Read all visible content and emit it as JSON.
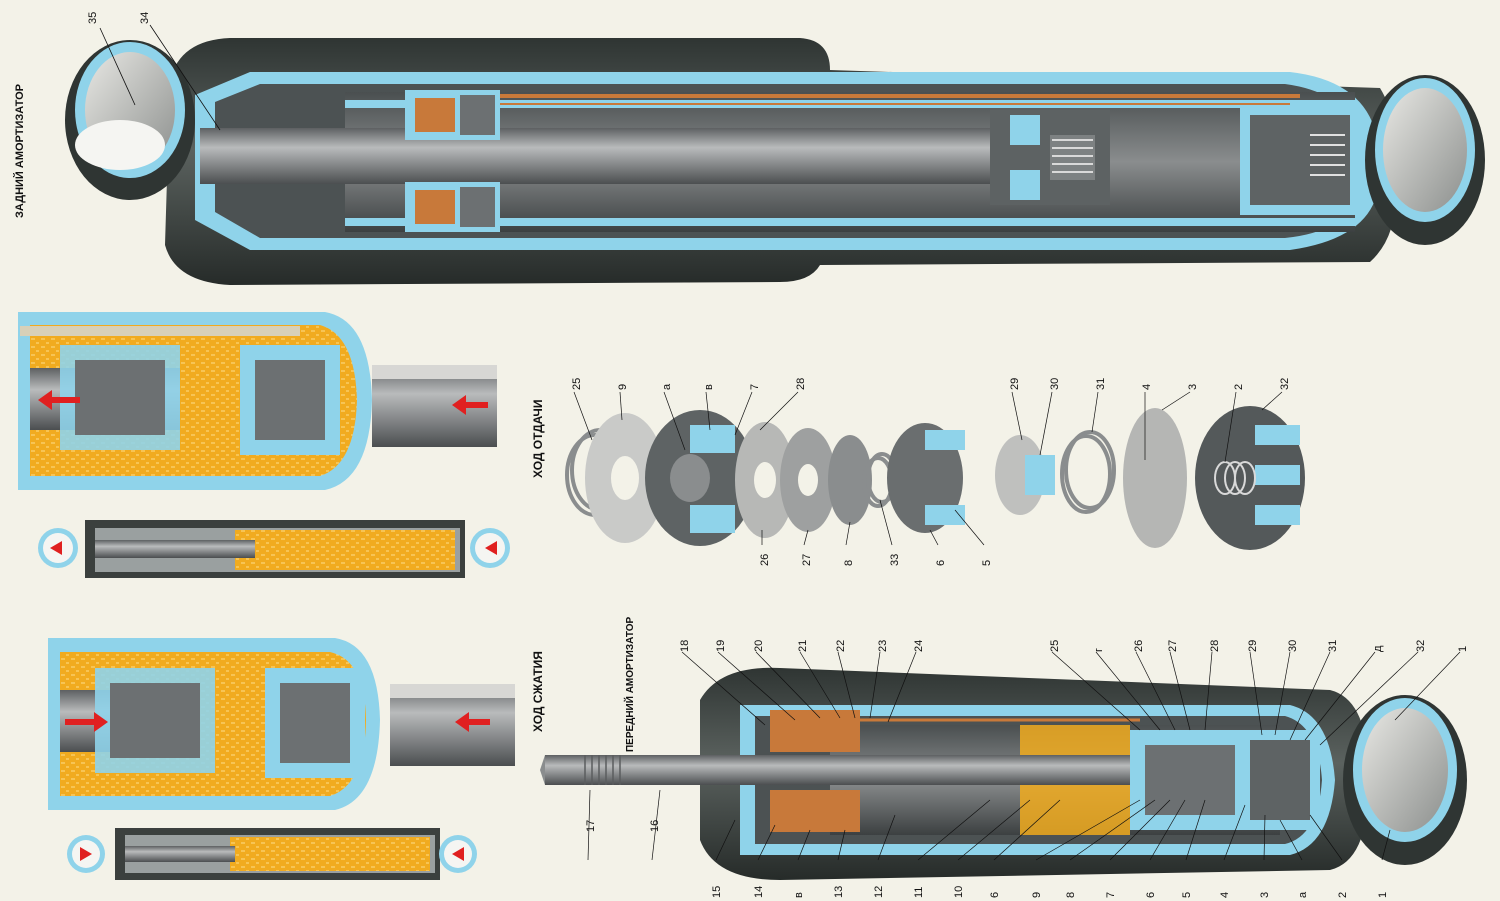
{
  "titles": {
    "rear": "ЗАДНИЙ АМОРТИЗАТОР",
    "front": "ПЕРЕДНИЙ  АМОРТИЗАТОР",
    "rebound": "ХОД ОТДАЧИ",
    "compression": "ХОД СЖАТИЯ"
  },
  "callouts": {
    "rear": [
      "35",
      "34"
    ],
    "exploded": [
      "25",
      "9",
      "а",
      "в",
      "7",
      "28",
      "26",
      "27",
      "8",
      "33",
      "6",
      "5",
      "29",
      "30",
      "31",
      "4",
      "3",
      "2",
      "32"
    ],
    "front_top": [
      "18",
      "19",
      "20",
      "21",
      "22",
      "23",
      "24",
      "25",
      "г",
      "26",
      "27",
      "28",
      "29",
      "30",
      "31",
      "д",
      "32",
      "1"
    ],
    "front_bottom": [
      "17",
      "16",
      "15",
      "14",
      "в",
      "13",
      "12",
      "11",
      "10",
      "6",
      "9",
      "8",
      "7",
      "6",
      "5",
      "4",
      "3",
      "а",
      "2",
      "1"
    ]
  },
  "colors": {
    "shell": "#3e4542",
    "cutaway": "#8fd3ea",
    "oil": "#f1ab1f",
    "copper": "#c8793a",
    "metal": "#7c7f80",
    "arrow": "#e02020",
    "background": "#f3f2e8"
  }
}
